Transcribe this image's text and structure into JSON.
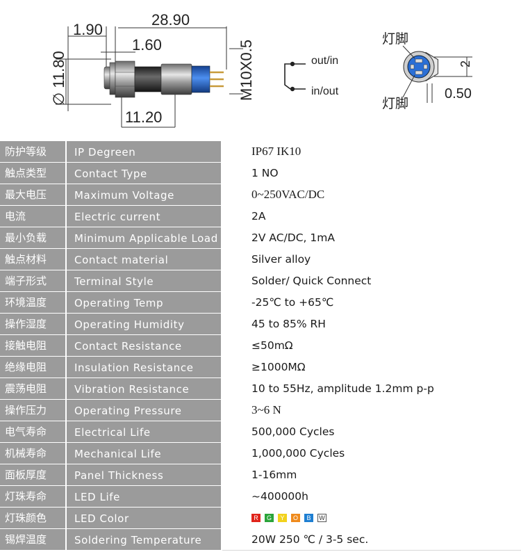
{
  "drawing": {
    "dim_length": "28.90",
    "dim_head": "1.90",
    "dim_flange": "1.60",
    "dim_diameter": "∅ 11.80",
    "dim_body": "11.20",
    "dim_thread": "M10X0.5",
    "out_in": "out/in",
    "in_out": "in/out",
    "lamp_pin_top": "灯脚",
    "lamp_pin_bottom": "灯脚",
    "pin_dim": "2",
    "pin_gap": "0.50"
  },
  "specs": [
    {
      "cn": "防护等级",
      "en": "IP Degreen",
      "value": "IP67  IK10"
    },
    {
      "cn": "触点类型",
      "en": "Contact Type",
      "value": "1 NO"
    },
    {
      "cn": "最大电压",
      "en": "Maximum Voltage",
      "value": "0~250VAC/DC"
    },
    {
      "cn": "电流",
      "en": "Electric current",
      "value": "2A"
    },
    {
      "cn": "最小负载",
      "en": "Minimum Applicable Load",
      "value": "2V AC/DC, 1mA"
    },
    {
      "cn": "触点材料",
      "en": "Contact material",
      "value": "Silver alloy"
    },
    {
      "cn": "端子形式",
      "en": "Terminal Style",
      "value": "Solder/ Quick Connect"
    },
    {
      "cn": "环境温度",
      "en": "Operating Temp",
      "value": "-25℃ to +65℃"
    },
    {
      "cn": "操作湿度",
      "en": "Operating Humidity",
      "value": "45 to 85% RH"
    },
    {
      "cn": "接触电阻",
      "en": "Contact Resistance",
      "value": "≤50mΩ"
    },
    {
      "cn": "绝缘电阻",
      "en": "Insulation Resistance",
      "value": "≥1000MΩ"
    },
    {
      "cn": "震荡电阻",
      "en": "Vibration Resistance",
      "value": "10 to 55Hz, amplitude 1.2mm p-p"
    },
    {
      "cn": "操作压力",
      "en": "Operating Pressure",
      "value": "3~6 N"
    },
    {
      "cn": "电气寿命",
      "en": "Electrical Life",
      "value": "500,000 Cycles"
    },
    {
      "cn": "机械寿命",
      "en": "Mechanical Life",
      "value": "1,000,000 Cycles"
    },
    {
      "cn": "面板厚度",
      "en": "Panel Thickness",
      "value": "1-16mm"
    },
    {
      "cn": "灯珠寿命",
      "en": "LED Life",
      "value": "~400000h"
    },
    {
      "cn": "灯珠颜色",
      "en": "LED Color",
      "value": ""
    },
    {
      "cn": "锡焊温度",
      "en": "Soldering Temperature",
      "value": "20W 250 ℃ / 3-5 sec."
    }
  ],
  "led_colors": [
    {
      "letter": "R",
      "color": "#e0241b"
    },
    {
      "letter": "G",
      "color": "#2aa43a"
    },
    {
      "letter": "Y",
      "color": "#f2d21c"
    },
    {
      "letter": "O",
      "color": "#ef8a1c"
    },
    {
      "letter": "B",
      "color": "#1e7fd2"
    },
    {
      "letter": "W",
      "color": "#ffffff"
    }
  ],
  "colors": {
    "label_bg": "#9b9b9b",
    "connector_blue": "#2b6fd6"
  }
}
